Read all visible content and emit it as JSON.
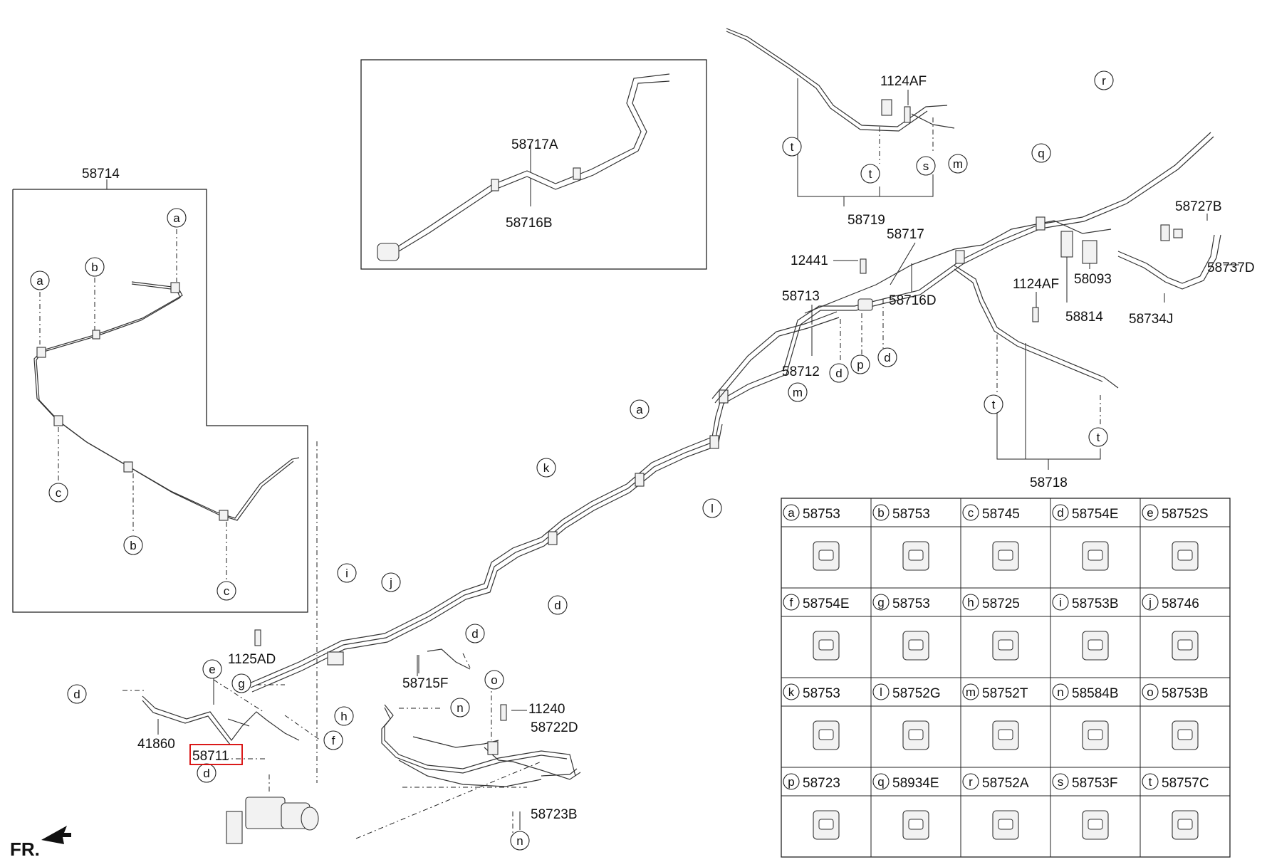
{
  "labels": {
    "l58714": "58714",
    "l58717A": "58717A",
    "l58716B": "58716B",
    "l1124AF_top": "1124AF",
    "l58719": "58719",
    "l58717": "58717",
    "l12441": "12441",
    "l58716D": "58716D",
    "l58713": "58713",
    "l58712": "58712",
    "l1124AF_right": "1124AF",
    "l58093": "58093",
    "l58814": "58814",
    "l58727B": "58727B",
    "l58737D": "58737D",
    "l58734J": "58734J",
    "l58718": "58718",
    "l1125AD": "1125AD",
    "l58715F": "58715F",
    "l11240": "11240",
    "l58722D": "58722D",
    "l41860": "41860",
    "l58711": "58711",
    "l58723B": "58723B",
    "fr": "FR."
  },
  "callouts": {
    "a": "a",
    "b": "b",
    "c": "c",
    "d": "d",
    "e": "e",
    "f": "f",
    "g": "g",
    "h": "h",
    "i": "i",
    "j": "j",
    "k": "k",
    "l": "l",
    "m": "m",
    "n": "n",
    "o": "o",
    "p": "p",
    "q": "q",
    "r": "r",
    "s": "s",
    "t": "t"
  },
  "legend": [
    {
      "key": "a",
      "part": "58753"
    },
    {
      "key": "b",
      "part": "58753"
    },
    {
      "key": "c",
      "part": "58745"
    },
    {
      "key": "d",
      "part": "58754E"
    },
    {
      "key": "e",
      "part": "58752S"
    },
    {
      "key": "f",
      "part": "58754E"
    },
    {
      "key": "g",
      "part": "58753"
    },
    {
      "key": "h",
      "part": "58725"
    },
    {
      "key": "i",
      "part": "58753B"
    },
    {
      "key": "j",
      "part": "58746"
    },
    {
      "key": "k",
      "part": "58753"
    },
    {
      "key": "l",
      "part": "58752G"
    },
    {
      "key": "m",
      "part": "58752T"
    },
    {
      "key": "n",
      "part": "58584B"
    },
    {
      "key": "o",
      "part": "58753B"
    },
    {
      "key": "p",
      "part": "58723"
    },
    {
      "key": "q",
      "part": "58934E"
    },
    {
      "key": "r",
      "part": "58752A"
    },
    {
      "key": "s",
      "part": "58753F"
    },
    {
      "key": "t",
      "part": "58757C"
    }
  ],
  "highlight_color": "#d60000"
}
